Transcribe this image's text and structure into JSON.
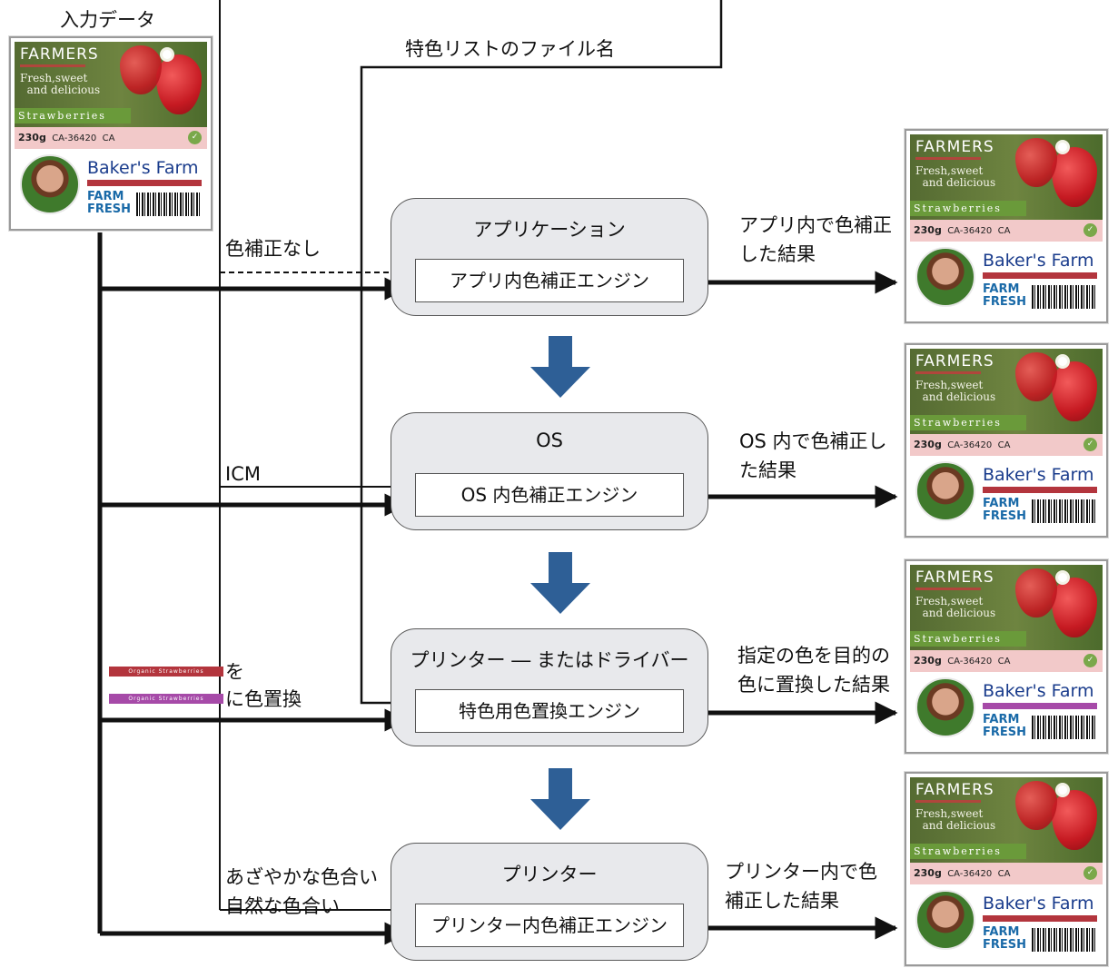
{
  "input_label": "入力データ",
  "spot_list_label": "特色リストのファイル名",
  "side_labels": {
    "no_correction": "色補正なし",
    "icm": "ICM",
    "replace_suffix_1": "を",
    "replace_suffix_2": "に色置換",
    "vivid": "あざやかな色合い",
    "natural": "自然な色合い"
  },
  "stages": [
    {
      "title": "アプリケーション",
      "engine": "アプリ内色補正エンジン",
      "result_lines": [
        "アプリ内で色補正",
        "した結果"
      ]
    },
    {
      "title": "OS",
      "engine": "OS 内色補正エンジン",
      "result_lines": [
        "OS 内で色補正し",
        "た結果"
      ]
    },
    {
      "title": "プリンター ― またはドライバー",
      "engine": "特色用色置換エンジン",
      "result_lines": [
        "指定の色を目的の",
        "色に置換した結果"
      ]
    },
    {
      "title": "プリンター",
      "engine": "プリンター内色補正エンジン",
      "result_lines": [
        "プリンター内で色",
        "補正した結果"
      ]
    }
  ],
  "label": {
    "brand": "FARMERS",
    "tagline_1": "Fresh,sweet",
    "tagline_2": "and delicious",
    "strawberries": "Strawberries",
    "weight": "230g",
    "product_no": "CA-36420",
    "origin": "CA",
    "farm": "Baker's Farm",
    "organic": "Organic Strawberries",
    "fresh_1": "FARM",
    "fresh_2": "FRESH"
  },
  "colors": {
    "original_band": "#b3353d",
    "replaced_band": "#a64aa8",
    "flow_arrow": "#2e5f96"
  }
}
